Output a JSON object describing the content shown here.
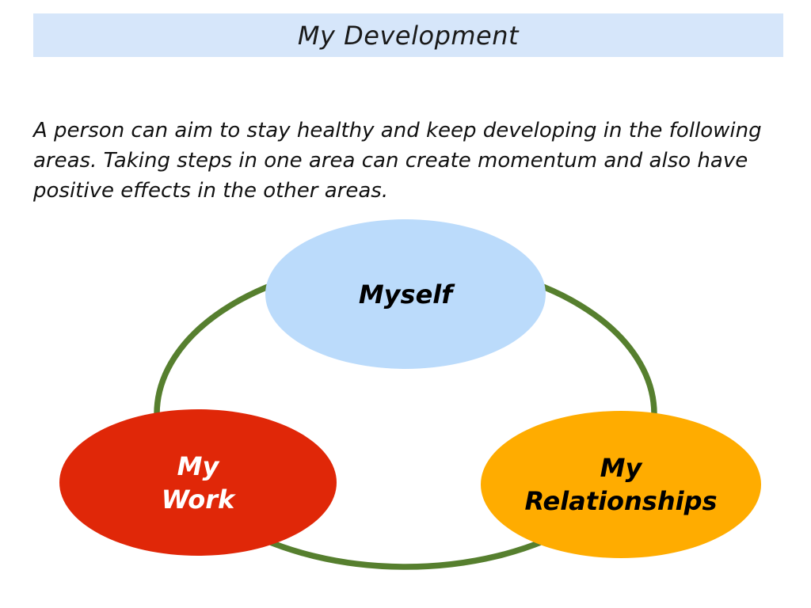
{
  "header": {
    "title": "My Development"
  },
  "intro": {
    "text": "A person can aim to stay healthy and keep developing in the following areas. Taking steps in one area can create momentum and also have positive effects in the other areas."
  },
  "diagram": {
    "ring": {
      "color": "#567f2e"
    },
    "nodes": [
      {
        "id": "myself",
        "lines": [
          "Myself"
        ],
        "fill": "#bbdbfb",
        "text_color": "#000000"
      },
      {
        "id": "my-work",
        "lines": [
          "My",
          "Work"
        ],
        "fill": "#e02708",
        "text_color": "#ffffff"
      },
      {
        "id": "my-relationships",
        "lines": [
          "My",
          "Relationships"
        ],
        "fill": "#ffac00",
        "text_color": "#000000"
      }
    ]
  },
  "colors": {
    "title_bar_background": "#d6e6fa",
    "page_background": "#ffffff"
  }
}
